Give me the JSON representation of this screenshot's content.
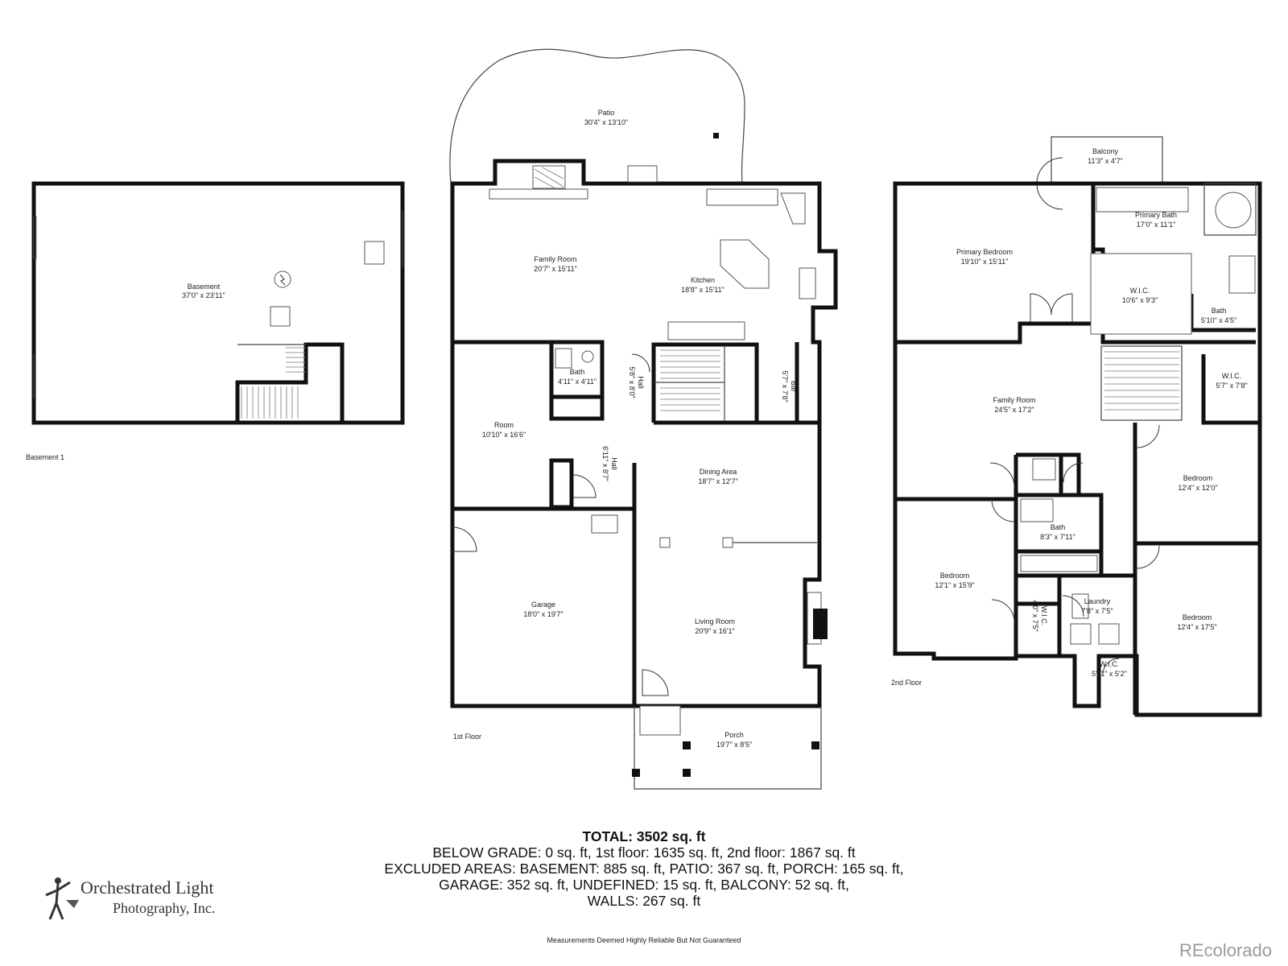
{
  "floors": {
    "basement": {
      "label": "Basement 1",
      "rooms": [
        {
          "name": "Basement",
          "dims": "37'0\" x 23'11\""
        }
      ]
    },
    "first": {
      "label": "1st Floor",
      "rooms": [
        {
          "name": "Patio",
          "dims": "30'4\" x 13'10\""
        },
        {
          "name": "Family Room",
          "dims": "20'7\" x 15'11\""
        },
        {
          "name": "Kitchen",
          "dims": "18'8\" x 15'11\""
        },
        {
          "name": "Bath",
          "dims": "4'11\" x 4'11\""
        },
        {
          "name": "Hall",
          "dims": "5'8\" x 8'0\""
        },
        {
          "name": "Bar",
          "dims": "5'7\" x 7'8\""
        },
        {
          "name": "Room",
          "dims": "10'10\" x 16'6\""
        },
        {
          "name": "Hall",
          "dims": "6'11\" x 8'7\""
        },
        {
          "name": "Dining Area",
          "dims": "18'7\" x 12'7\""
        },
        {
          "name": "Garage",
          "dims": "18'0\" x 19'7\""
        },
        {
          "name": "Living Room",
          "dims": "20'9\" x 16'1\""
        },
        {
          "name": "Porch",
          "dims": "19'7\" x 8'5\""
        }
      ]
    },
    "second": {
      "label": "2nd Floor",
      "rooms": [
        {
          "name": "Balcony",
          "dims": "11'3\" x 4'7\""
        },
        {
          "name": "Primary Bath",
          "dims": "17'0\" x 11'1\""
        },
        {
          "name": "Primary Bedroom",
          "dims": "19'10\" x 15'11\""
        },
        {
          "name": "W.I.C.",
          "dims": "10'6\" x 9'3\""
        },
        {
          "name": "Bath",
          "dims": "5'10\" x 4'5\""
        },
        {
          "name": "W.I.C.",
          "dims": "5'7\" x 7'8\""
        },
        {
          "name": "Family Room",
          "dims": "24'5\" x 17'2\""
        },
        {
          "name": "Bedroom",
          "dims": "12'4\" x 12'0\""
        },
        {
          "name": "Bath",
          "dims": "8'3\" x 7'11\""
        },
        {
          "name": "Bedroom",
          "dims": "12'1\" x 15'9\""
        },
        {
          "name": "W.I.C.",
          "dims": "4'0\" x 7'5\""
        },
        {
          "name": "Laundry",
          "dims": "7'8\" x 7'5\""
        },
        {
          "name": "Bedroom",
          "dims": "12'4\" x 17'5\""
        },
        {
          "name": "W.I.C.",
          "dims": "5'11\" x 5'2\""
        }
      ]
    }
  },
  "summary": {
    "total": "TOTAL: 3502 sq. ft",
    "line1": "BELOW GRADE: 0 sq. ft, 1st floor: 1635 sq. ft, 2nd floor: 1867 sq. ft",
    "line2": "EXCLUDED AREAS: BASEMENT: 885 sq. ft, PATIO: 367 sq. ft, PORCH: 165 sq. ft,",
    "line3": "GARAGE: 352 sq. ft, UNDEFINED: 15 sq. ft, BALCONY: 52 sq. ft,",
    "line4": "WALLS: 267 sq. ft"
  },
  "disclaimer": "Measurements Deemed Highly Reliable But Not Guaranteed",
  "brand": {
    "name": "Orchestrated Light",
    "sub": "Photography, Inc."
  },
  "watermark": "REcolorado"
}
